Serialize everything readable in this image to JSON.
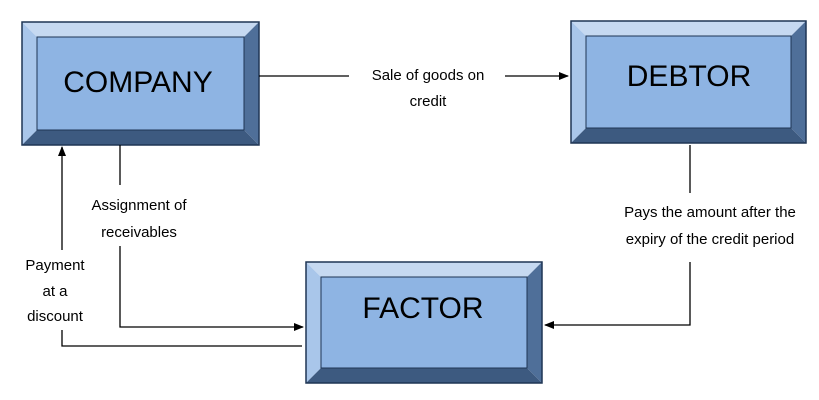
{
  "nodes": {
    "company": {
      "label": "COMPANY"
    },
    "debtor": {
      "label": "DEBTOR"
    },
    "factor": {
      "label": "FACTOR"
    }
  },
  "edges": {
    "sale": {
      "line1": "Sale of goods on",
      "line2": "credit"
    },
    "assignment": {
      "line1": "Assignment of",
      "line2": "receivables"
    },
    "pays": {
      "line1": "Pays the amount after the",
      "line2": "expiry of the credit period"
    },
    "payment": {
      "line1": "Payment",
      "line2": "at a",
      "line3": "discount"
    }
  },
  "colors": {
    "box_face": "#8eb4e3",
    "bevel_top": "#c6d9f1",
    "bevel_left": "#a9c6ea",
    "bevel_right": "#4f6f99",
    "bevel_bottom": "#3d5a80",
    "outline": "#1f3554"
  }
}
